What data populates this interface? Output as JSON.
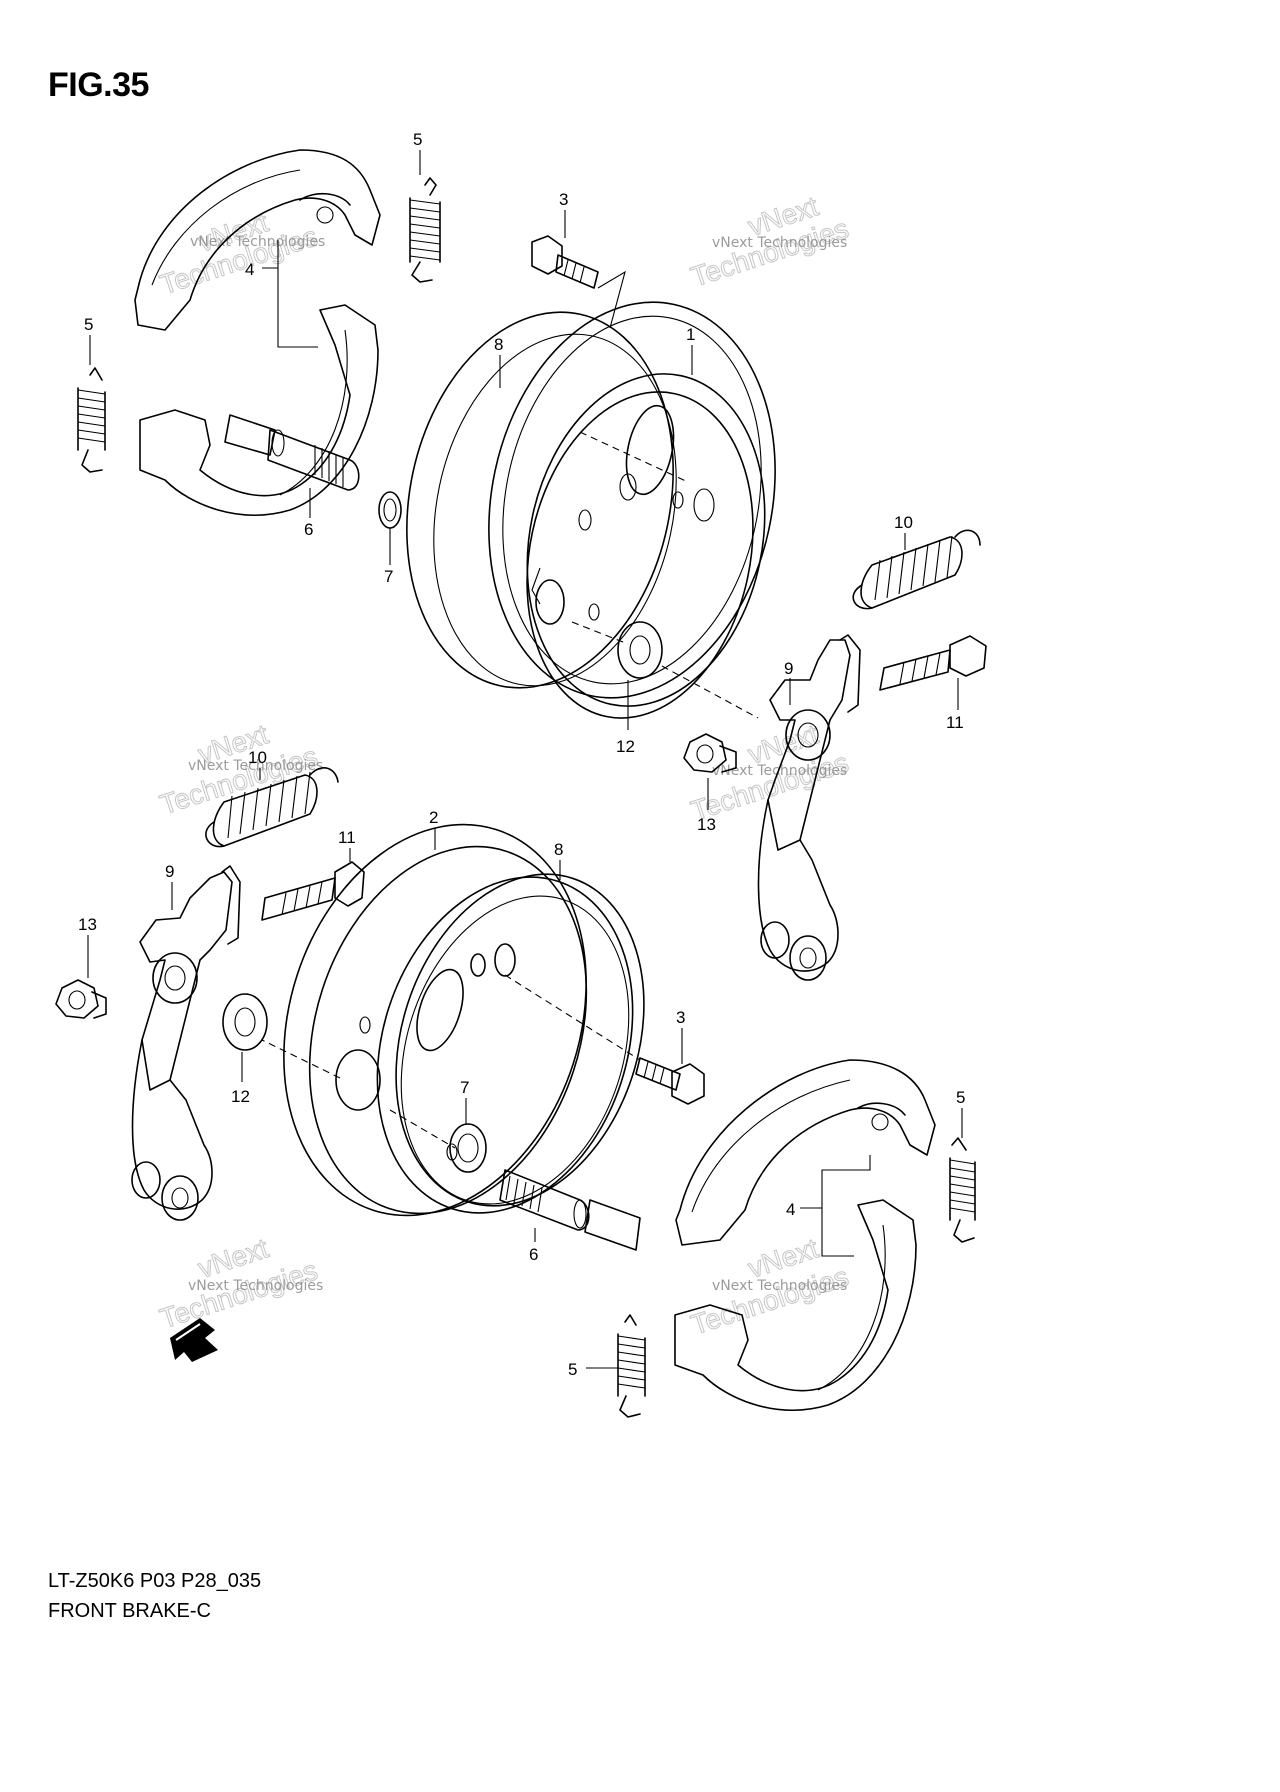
{
  "figure": {
    "title": "FIG.35",
    "model_code": "LT-Z50K6 P03 P28_035",
    "name": "FRONT BRAKE-C"
  },
  "callouts": {
    "c1": "1",
    "c2": "2",
    "c3a": "3",
    "c3b": "3",
    "c4a": "4",
    "c4b": "4",
    "c5a": "5",
    "c5b": "5",
    "c5c": "5",
    "c5d": "5",
    "c6a": "6",
    "c6b": "6",
    "c7a": "7",
    "c7b": "7",
    "c8a": "8",
    "c8b": "8",
    "c9a": "9",
    "c9b": "9",
    "c10a": "10",
    "c10b": "10",
    "c11a": "11",
    "c11b": "11",
    "c12a": "12",
    "c12b": "12",
    "c13a": "13",
    "c13b": "13"
  },
  "watermark": {
    "text_small": "vNext Technologies",
    "text_big_1": "vNext",
    "text_big_2": "Technologies"
  },
  "icons": {
    "front_arrow": "front-direction-arrow-icon"
  }
}
